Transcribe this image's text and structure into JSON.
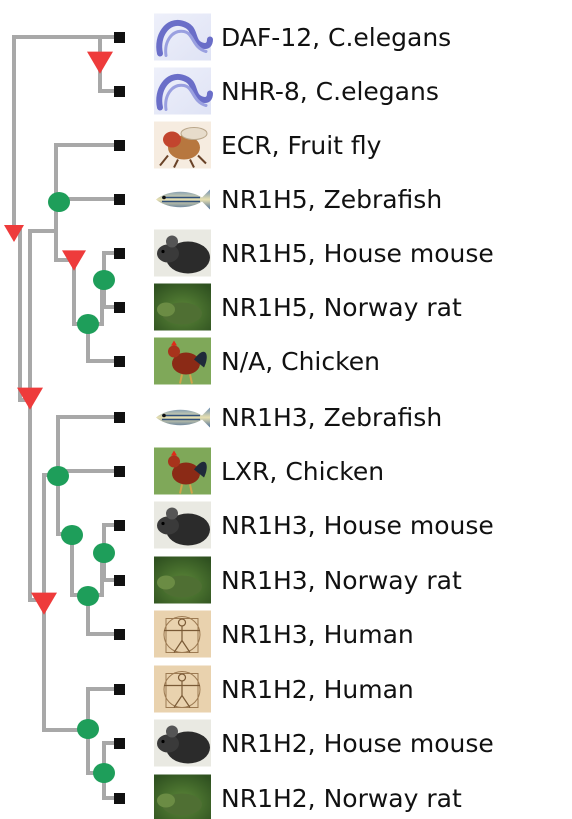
{
  "leaves": [
    {
      "label": "DAF-12, C.elegans",
      "species_icon": "worm-icon"
    },
    {
      "label": "NHR-8, C.elegans",
      "species_icon": "worm-icon"
    },
    {
      "label": "ECR, Fruit fly",
      "species_icon": "fruit-fly-icon"
    },
    {
      "label": "NR1H5, Zebrafish",
      "species_icon": "zebrafish-icon"
    },
    {
      "label": "NR1H5, House mouse",
      "species_icon": "house-mouse-icon"
    },
    {
      "label": "NR1H5, Norway rat",
      "species_icon": "norway-rat-icon"
    },
    {
      "label": "N/A, Chicken",
      "species_icon": "chicken-icon"
    },
    {
      "label": "NR1H3, Zebrafish",
      "species_icon": "zebrafish-icon"
    },
    {
      "label": "LXR, Chicken",
      "species_icon": "chicken-icon"
    },
    {
      "label": "NR1H3, House mouse",
      "species_icon": "house-mouse-icon"
    },
    {
      "label": "NR1H3, Norway rat",
      "species_icon": "norway-rat-icon"
    },
    {
      "label": "NR1H3, Human",
      "species_icon": "human-icon"
    },
    {
      "label": "NR1H2, Human",
      "species_icon": "human-icon"
    },
    {
      "label": "NR1H2, House mouse",
      "species_icon": "house-mouse-icon"
    },
    {
      "label": "NR1H2, Norway rat",
      "species_icon": "norway-rat-icon"
    }
  ],
  "legend_colors": {
    "duplication_node": "#ee3b3b",
    "speciation_node": "#1e9e5a",
    "branch": "#a8a8a8"
  }
}
